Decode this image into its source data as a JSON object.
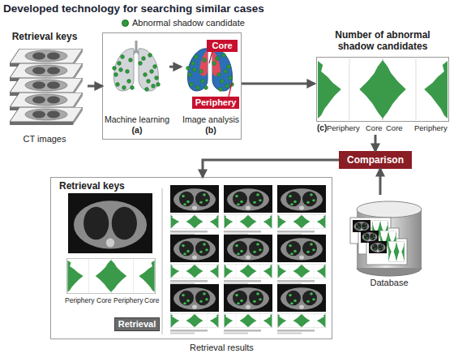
{
  "diagram": {
    "title": "Developed technology for searching similar cases",
    "nodes": [
      {
        "text": [
          "Retrieval keys",
          "CT images"
        ]
      },
      {
        "text": []
      },
      {
        "text": [
          "Machine learning",
          "(a)"
        ],
        "in": 1
      },
      {
        "text": [
          "Image analysis",
          "(b)"
        ],
        "in": 1
      },
      {
        "text": [
          "Core"
        ],
        "in": 1
      },
      {
        "text": [
          "Periphery"
        ],
        "in": 1
      },
      {
        "text": [
          "Number of abnormal shadow candidates"
        ]
      },
      {
        "text": [
          "Comparison"
        ]
      },
      {
        "text": [
          "Database"
        ]
      },
      {
        "text": [
          "Retrieval keys"
        ]
      },
      {
        "text": [
          "Retrieval"
        ],
        "in": 9
      }
    ],
    "edges": [
      {
        "from": 0,
        "to": 1,
        "arrow": "to"
      },
      {
        "from": 2,
        "to": 3,
        "arrow": "to"
      },
      {
        "from": 1,
        "to": 6,
        "arrow": "to"
      },
      {
        "from": 6,
        "to": 7,
        "arrow": "to"
      },
      {
        "from": 8,
        "to": 7,
        "arrow": "to"
      },
      {
        "from": 7,
        "to": 9,
        "arrow": "to"
      }
    ],
    "labels": [
      "(c)",
      "Periphery",
      "Core",
      "Core",
      "Periphery",
      "Periphery",
      "Core",
      "Periphery",
      "Core",
      "Retrieval results"
    ],
    "legend": [
      {
        "text": "Abnormal shadow candidate",
        "color": "#2e9a3e"
      }
    ]
  }
}
